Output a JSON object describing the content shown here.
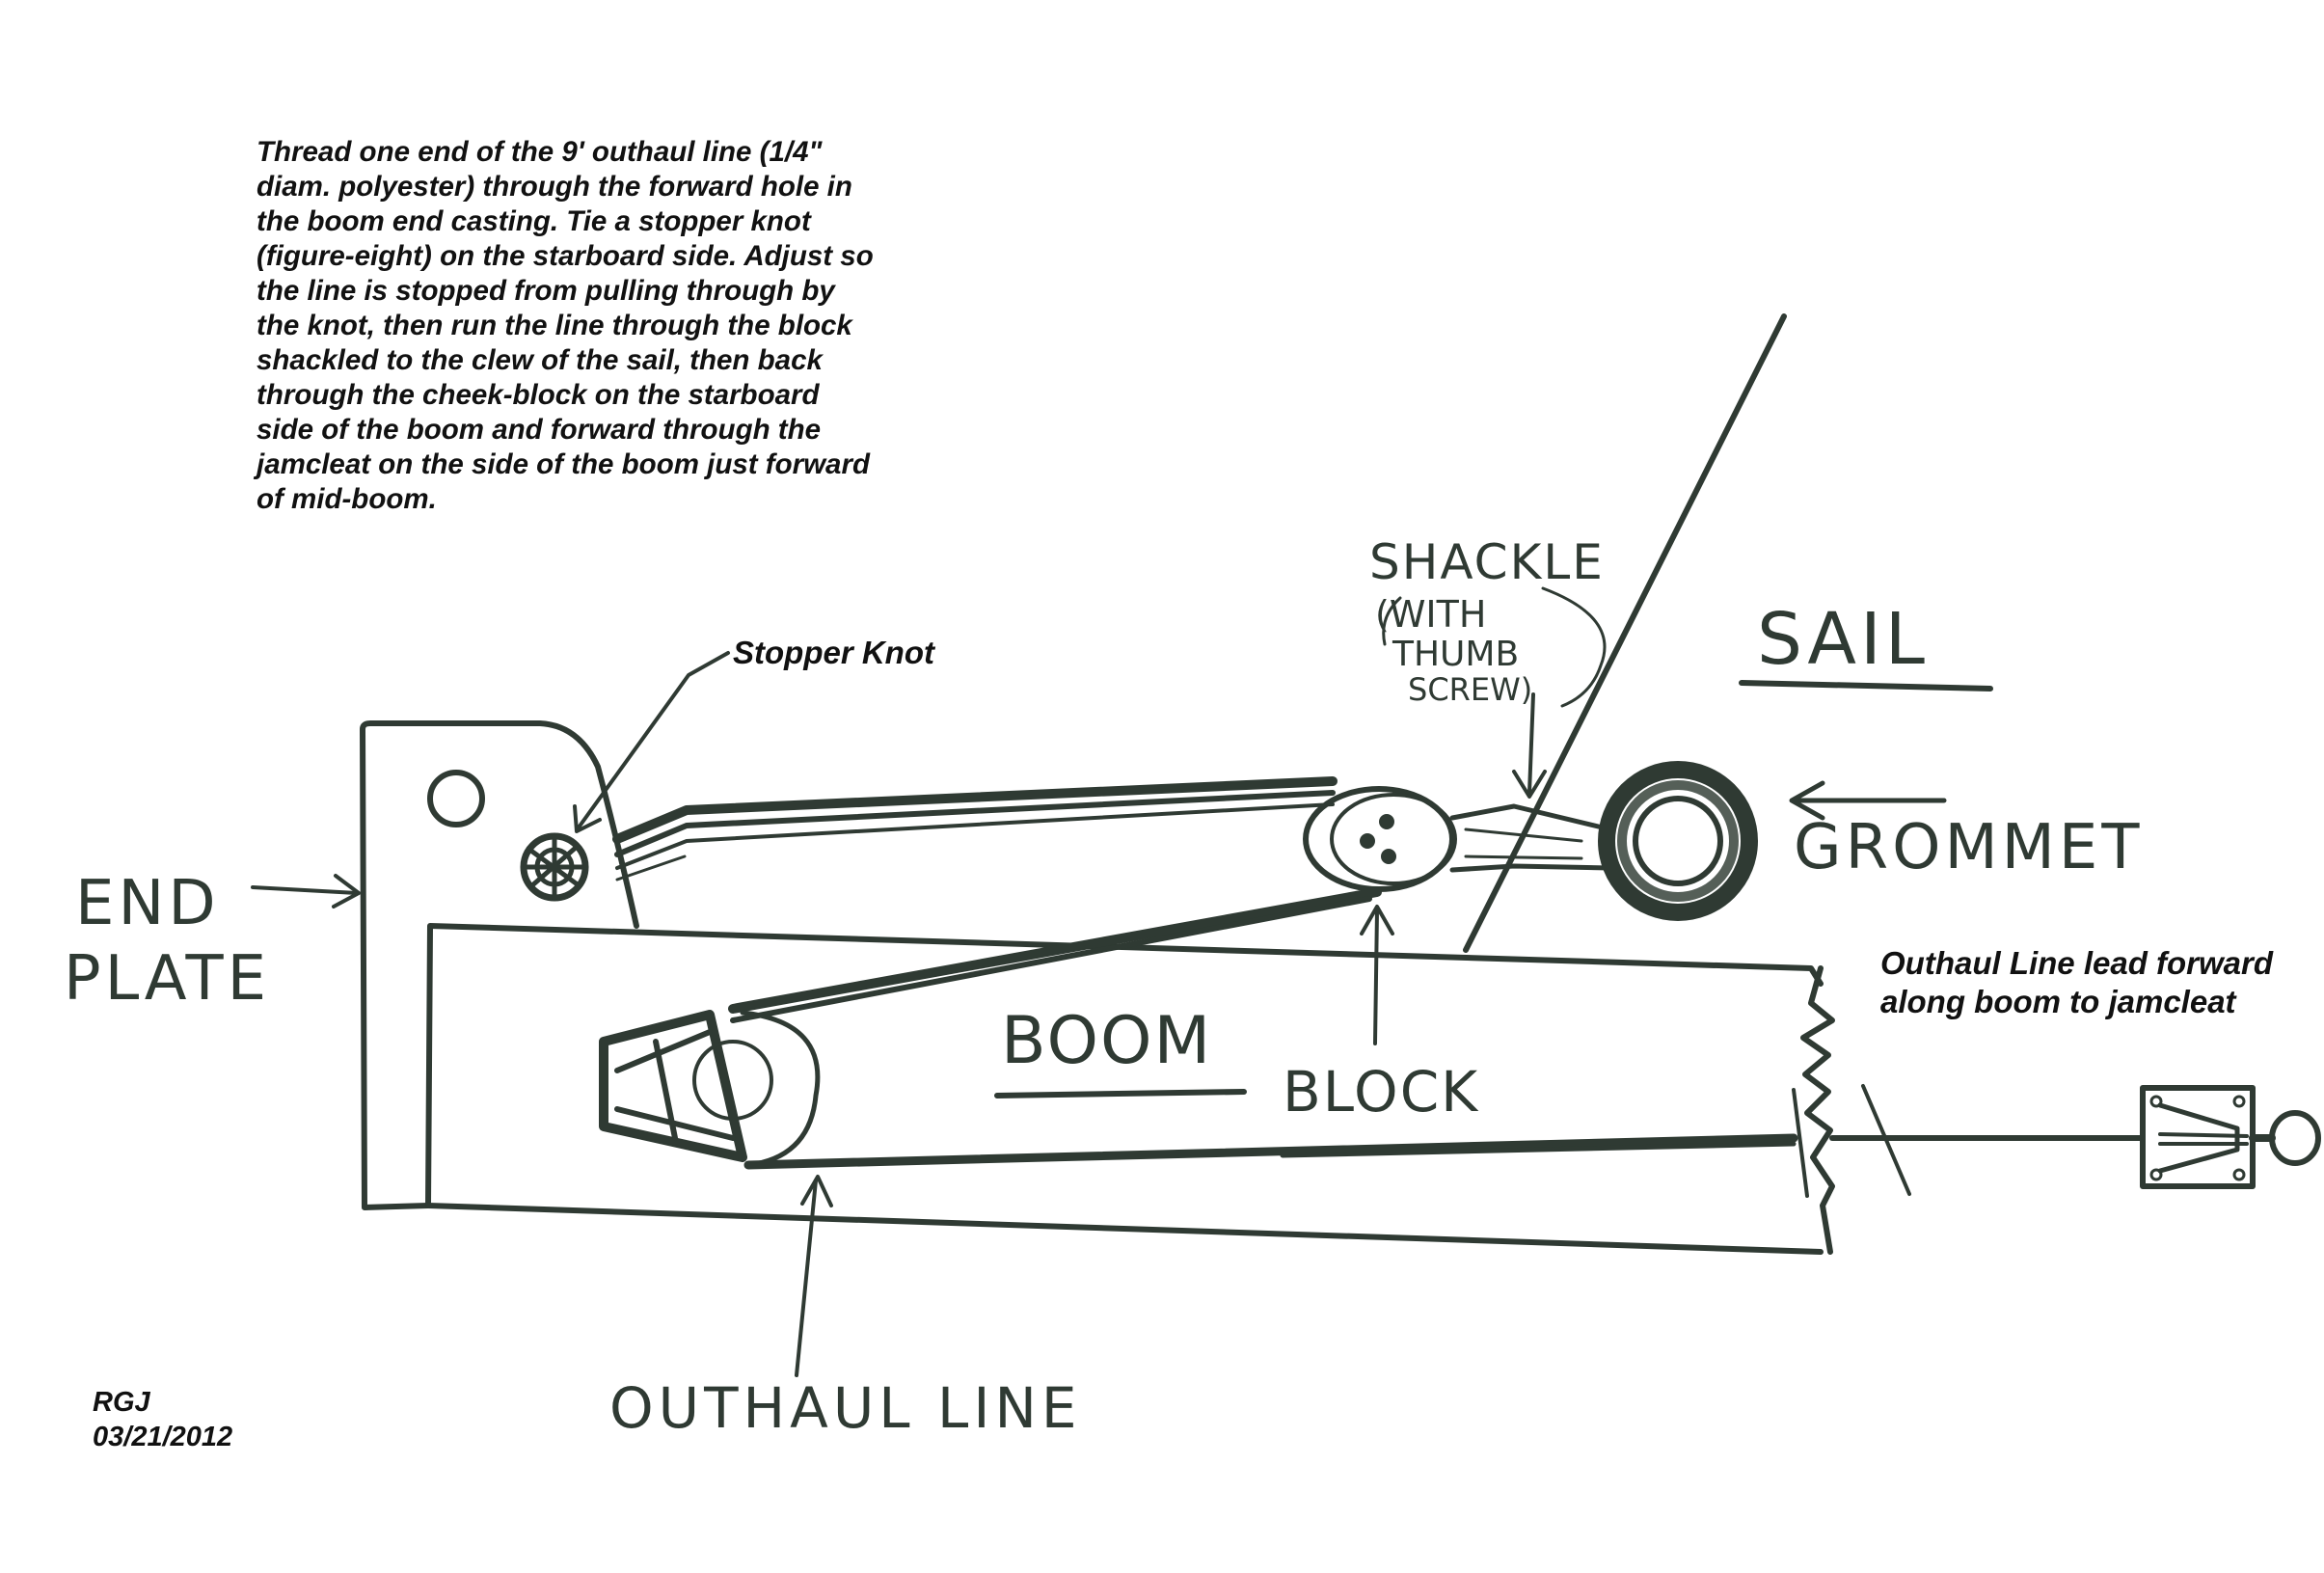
{
  "instructions": "Thread one end of the 9' outhaul line (1/4\"\ndiam. polyester) through the forward hole in\nthe boom end casting. Tie a stopper knot\n(figure-eight) on the starboard side. Adjust so\nthe line is stopped from pulling through by\nthe knot, then run the line through the block\nshackled to the clew of the sail, then back\nthrough the cheek-block on the starboard\nside of the boom and forward through the\njamcleat on the side of the boom just forward\nof mid-boom.",
  "labels": {
    "stopper_knot": "Stopper Knot",
    "shackle": "SHACKLE",
    "shackle_note_1": "(WITH",
    "shackle_note_2": "THUMB",
    "shackle_note_3": "SCREW)",
    "sail": "SAIL",
    "grommet": "GROMMET",
    "end_plate_1": "END",
    "end_plate_2": "PLATE",
    "boom": "BOOM",
    "block": "BLOCK",
    "outhaul_lead_1": "Outhaul Line lead forward",
    "outhaul_lead_2": "along boom to jamcleat",
    "outhaul_line": "OUTHAUL LINE"
  },
  "signature": {
    "initials": "RGJ",
    "date": "03/21/2012"
  },
  "colors": {
    "ink": "#2f3a33",
    "text": "#111111",
    "paper": "#ffffff"
  },
  "icons": [
    "end-plate-hole",
    "stopper-knot-icon",
    "block-sheave-icon",
    "grommet-icon",
    "cheek-block-icon",
    "jamcleat-icon",
    "break-mark-icon"
  ]
}
